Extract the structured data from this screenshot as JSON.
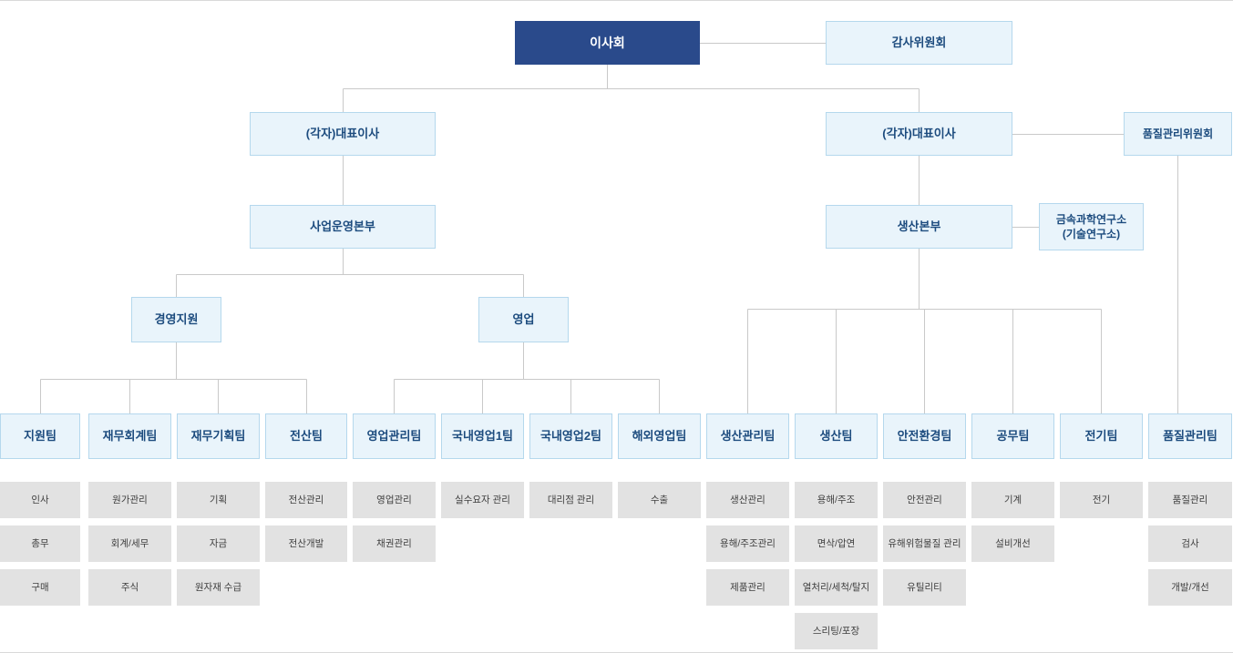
{
  "nodes": {
    "board": "이사회",
    "audit_committee": "감사위원회",
    "ceo_left": "(각자)대표이사",
    "ceo_right": "(각자)대표이사",
    "quality_committee": "품질관리위원회",
    "business_hq": "사업운영본부",
    "production_hq": "생산본부",
    "research_institute": "금속과학연구소\n(기술연구소)",
    "management_support": "경영지원",
    "sales": "영업"
  },
  "teams": [
    {
      "id": "support",
      "label": "지원팀",
      "functions": [
        "인사",
        "총무",
        "구매"
      ]
    },
    {
      "id": "finance-accounting",
      "label": "재무회계팀",
      "functions": [
        "원가관리",
        "회계/세무",
        "주식"
      ]
    },
    {
      "id": "finance-planning",
      "label": "재무기획팀",
      "functions": [
        "기획",
        "자금",
        "원자재 수급"
      ]
    },
    {
      "id": "it",
      "label": "전산팀",
      "functions": [
        "전산관리",
        "전산개발"
      ]
    },
    {
      "id": "sales-management",
      "label": "영업관리팀",
      "functions": [
        "영업관리",
        "채권관리"
      ]
    },
    {
      "id": "domestic-sales-1",
      "label": "국내영업1팀",
      "functions": [
        "실수요자 관리"
      ]
    },
    {
      "id": "domestic-sales-2",
      "label": "국내영업2팀",
      "functions": [
        "대리점 관리"
      ]
    },
    {
      "id": "overseas-sales",
      "label": "해외영업팀",
      "functions": [
        "수출"
      ]
    },
    {
      "id": "production-management",
      "label": "생산관리팀",
      "functions": [
        "생산관리",
        "용해/주조관리",
        "제품관리"
      ]
    },
    {
      "id": "production",
      "label": "생산팀",
      "functions": [
        "용해/주조",
        "면삭/압연",
        "열처리/세척/탈지",
        "스리팅/포장"
      ]
    },
    {
      "id": "safety-environment",
      "label": "안전환경팀",
      "functions": [
        "안전관리",
        "유해위험물질 관리",
        "유틸리티"
      ]
    },
    {
      "id": "engineering",
      "label": "공무팀",
      "functions": [
        "기계",
        "설비개선"
      ]
    },
    {
      "id": "electric",
      "label": "전기팀",
      "functions": [
        "전기"
      ]
    },
    {
      "id": "quality",
      "label": "품질관리팀",
      "functions": [
        "품질관리",
        "검사",
        "개발/개선"
      ]
    }
  ],
  "colors": {
    "board_bg": "#2a4a8b",
    "node_bg": "#e9f4fb",
    "node_border": "#b5d8ed",
    "node_text": "#1c4b7e",
    "function_bg": "#e2e2e2",
    "function_text": "#3f3f3f",
    "connector_line": "#c9c9c9"
  }
}
